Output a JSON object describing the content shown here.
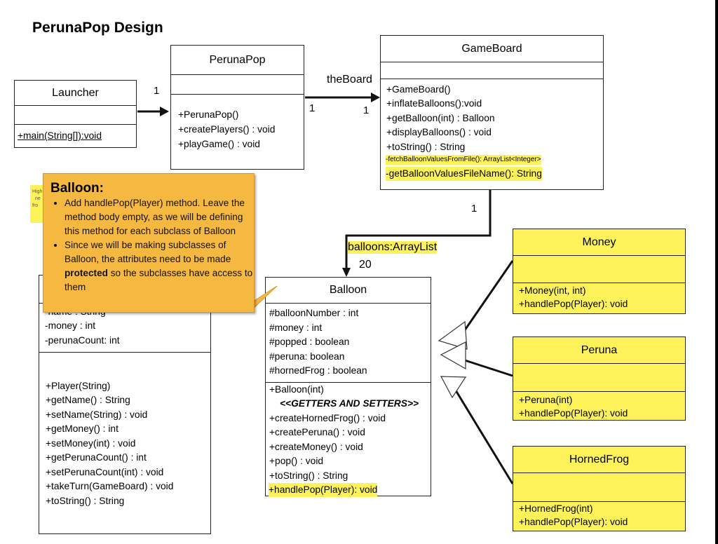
{
  "title": "PerunaPop Design",
  "classes": {
    "launcher": {
      "name": "Launcher",
      "methods": [
        "+main(String[]):void"
      ]
    },
    "perunapop": {
      "name": "PerunaPop",
      "methods": [
        "+PerunaPop()",
        "+createPlayers() : void",
        "+playGame() : void"
      ]
    },
    "gameboard": {
      "name": "GameBoard",
      "methods": [
        "+GameBoard()",
        "+inflateBalloons():void",
        "+getBalloon(int) : Balloon",
        "+displayBalloons() : void",
        "+toString() : String"
      ],
      "highlighted": [
        "-fetchBalloonValuesFromFile(): ArrayList<Integer>",
        "-getBalloonValuesFileName(): String"
      ]
    },
    "player": {
      "attributes": [
        "-name : String",
        "-money : int",
        "-perunaCount: int"
      ],
      "methods": [
        "+Player(String)",
        "+getName() : String",
        "+setName(String) : void",
        "+getMoney() : int",
        "+setMoney(int) : void",
        "+getPerunaCount() : int",
        "+setPerunaCount(int) : void",
        "+takeTurn(GameBoard) : void",
        "+toString() : String"
      ]
    },
    "balloon": {
      "name": "Balloon",
      "attributes": [
        "#balloonNumber : int",
        "#money : int",
        "#popped : boolean",
        "#peruna: boolean",
        "#hornedFrog : boolean"
      ],
      "methods": [
        "+Balloon(int)",
        "<<GETTERS AND SETTERS>>",
        "+createHornedFrog() : void",
        "+createPeruna() : void",
        "+createMoney() : void",
        "+pop() : void",
        "+toString() : String"
      ],
      "highlighted": "+handlePop(Player): void"
    },
    "money": {
      "name": "Money",
      "methods": [
        "+Money(int, int)",
        "+handlePop(Player): void"
      ]
    },
    "peruna": {
      "name": "Peruna",
      "methods": [
        "+Peruna(int)",
        "+handlePop(Player): void"
      ]
    },
    "hornedfrog": {
      "name": "HornedFrog",
      "methods": [
        "+HornedFrog(int)",
        "+handlePop(Player): void"
      ]
    }
  },
  "associations": {
    "launcher_mult": "1",
    "theboard_label": "theBoard",
    "theboard_mult_left": "1",
    "theboard_mult_right": "1",
    "gameboard_mult": "1",
    "balloons_label": "balloons:ArrayList",
    "balloons_mult": "20"
  },
  "note": {
    "title": "Balloon:",
    "bullets": [
      "Add handlePop(Player) method. Leave the method body empty, as we will be defining this method for each subclass of Balloon",
      "Since we will be making subclasses of Balloon, the attributes need to be made "
    ],
    "bold_word": "protected",
    "bullet2_tail": " so the subclasses have access to them"
  },
  "sticky_note": {
    "lines": [
      "High",
      "ne",
      "fro"
    ]
  },
  "colors": {
    "highlight": "#fdf25a",
    "note": "#f5b942"
  }
}
